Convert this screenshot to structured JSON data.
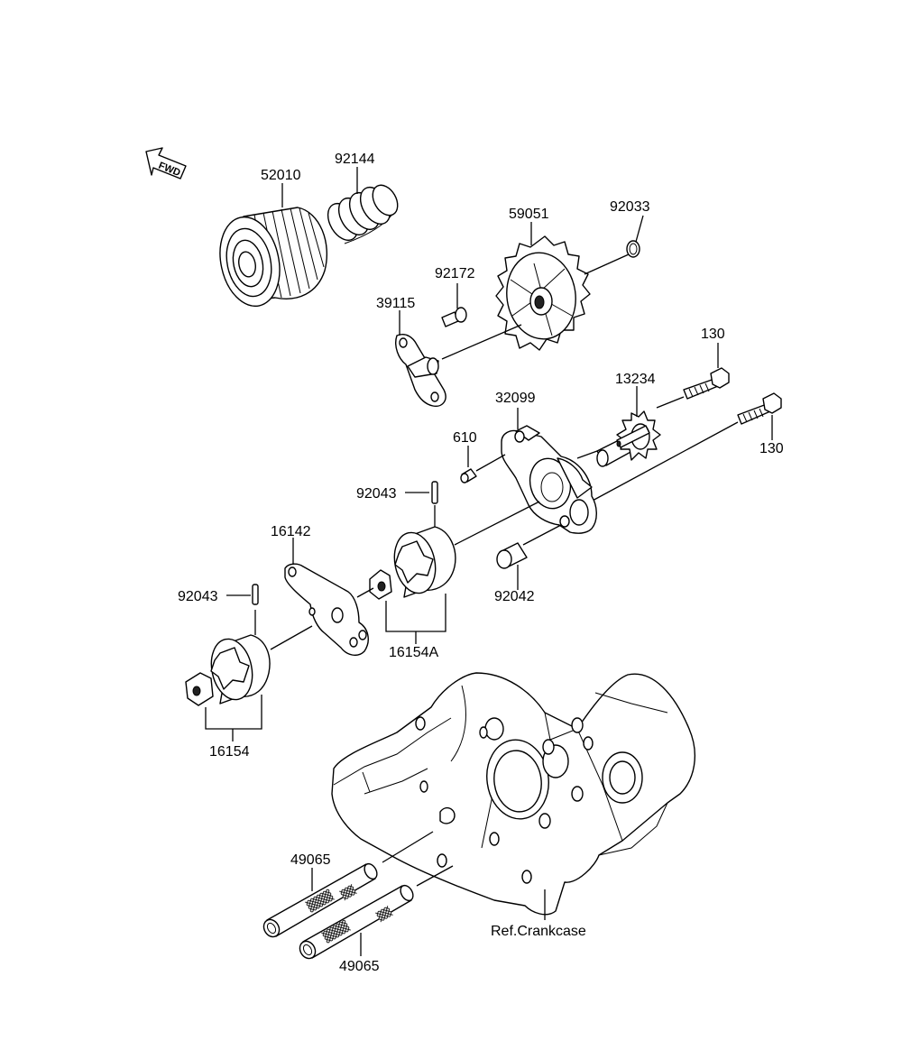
{
  "diagram": {
    "fwd_label": "FWD",
    "parts": {
      "p52010": "52010",
      "p92144": "92144",
      "p59051": "59051",
      "p92033": "92033",
      "p92172": "92172",
      "p39115": "39115",
      "p130_top": "130",
      "p130_bottom": "130",
      "p13234": "13234",
      "p32099": "32099",
      "p610": "610",
      "p92043_upper": "92043",
      "p92042": "92042",
      "p16142": "16142",
      "p16154A": "16154A",
      "p92043_lower": "92043",
      "p16154": "16154",
      "p49065_upper": "49065",
      "p49065_lower": "49065",
      "ref_crankcase": "Ref.Crankcase"
    }
  }
}
